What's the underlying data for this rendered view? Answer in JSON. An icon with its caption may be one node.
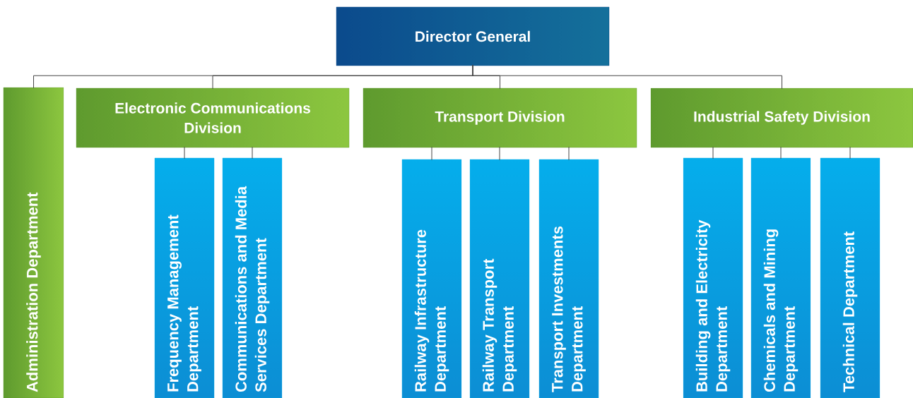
{
  "diagram": {
    "nodes": [
      {
        "text": [
          "Director General"
        ]
      },
      {
        "text": [
          "Administration Department"
        ]
      },
      {
        "text": [
          "Electronic Communications Division"
        ]
      },
      {
        "text": [
          "Transport Division"
        ]
      },
      {
        "text": [
          "Industrial Safety Division"
        ]
      },
      {
        "text": [
          "Frequency Management Department"
        ]
      },
      {
        "text": [
          "Communications and Media Services Department"
        ]
      },
      {
        "text": [
          "Railway Infrastructure Department"
        ]
      },
      {
        "text": [
          "Railway Transport Department"
        ]
      },
      {
        "text": [
          "Transport Investments Department"
        ]
      },
      {
        "text": [
          "Building and Electricity Department"
        ]
      },
      {
        "text": [
          "Chemicals and Mining Department"
        ]
      },
      {
        "text": [
          "Technical Department"
        ]
      }
    ],
    "edges": [
      {
        "from": 0,
        "to": 1,
        "arrow": "none"
      },
      {
        "from": 0,
        "to": 2,
        "arrow": "none"
      },
      {
        "from": 0,
        "to": 3,
        "arrow": "none"
      },
      {
        "from": 0,
        "to": 4,
        "arrow": "none"
      },
      {
        "from": 2,
        "to": 5,
        "arrow": "none"
      },
      {
        "from": 2,
        "to": 6,
        "arrow": "none"
      },
      {
        "from": 3,
        "to": 7,
        "arrow": "none"
      },
      {
        "from": 3,
        "to": 8,
        "arrow": "none"
      },
      {
        "from": 3,
        "to": 9,
        "arrow": "none"
      },
      {
        "from": 4,
        "to": 10,
        "arrow": "none"
      },
      {
        "from": 4,
        "to": 11,
        "arrow": "none"
      },
      {
        "from": 4,
        "to": 12,
        "arrow": "none"
      }
    ]
  }
}
